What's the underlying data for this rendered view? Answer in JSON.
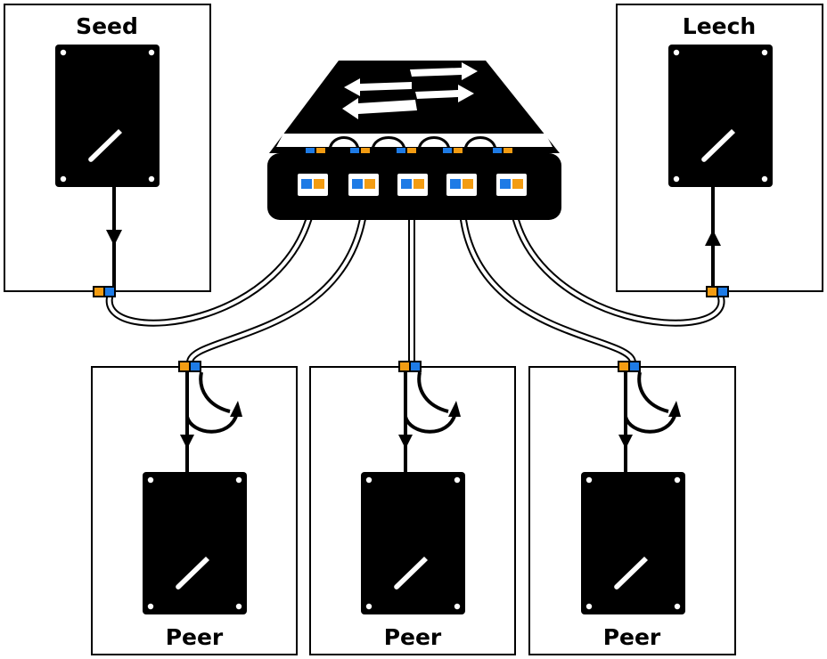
{
  "labels": {
    "seed": "Seed",
    "leech": "Leech",
    "peer_1": "Peer",
    "peer_2": "Peer",
    "peer_3": "Peer"
  },
  "icons": {
    "hard_drive": "hard-drive-icon",
    "network_switch": "network-switch-icon"
  },
  "colors": {
    "port_orange": "#f39c12",
    "port_blue": "#1e7be6",
    "seed_platter": "#c8c8c8",
    "drive_platter": "#ffffff"
  }
}
